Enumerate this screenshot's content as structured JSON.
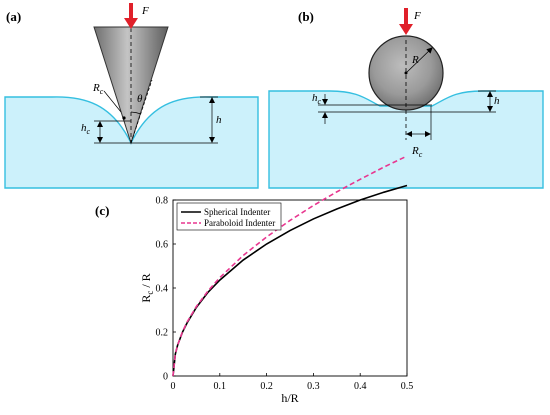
{
  "panel_a": {
    "label": "(a)",
    "force": "F",
    "contact_radius_base": "R",
    "contact_radius_sub": "c",
    "angle_symbol": "θ",
    "contact_depth_base": "h",
    "contact_depth_sub": "c",
    "depth": "h"
  },
  "panel_b": {
    "label": "(b)",
    "force": "F",
    "radius": "R",
    "contact_depth_base": "h",
    "contact_depth_sub": "c",
    "depth": "h",
    "contact_radius_base": "R",
    "contact_radius_sub": "c"
  },
  "panel_c": {
    "label": "(c)"
  },
  "colors": {
    "specimen_fill": "#ccf1fb",
    "specimen_stroke": "#35bfe0",
    "force_arrow": "#e0202a",
    "spherical_line": "#000000",
    "paraboloid_line": "#e8368f"
  },
  "chart_data": {
    "type": "line",
    "xlabel": "h/R",
    "ylabel": "R_c / R",
    "ylabel_base": "R",
    "ylabel_sub": "c",
    "ylabel_rest": " / R",
    "xlim": [
      0,
      0.5
    ],
    "ylim": [
      0,
      0.8
    ],
    "xticks": [
      "0",
      "0.1",
      "0.2",
      "0.3",
      "0.4",
      "0.5"
    ],
    "yticks": [
      "0",
      "0.2",
      "0.4",
      "0.6",
      "0.8"
    ],
    "legend_position": "top-left",
    "grid": false,
    "series": [
      {
        "name": "Spherical Indenter",
        "style": "solid",
        "x": [
          0,
          0.005,
          0.01,
          0.02,
          0.03,
          0.05,
          0.075,
          0.1,
          0.15,
          0.2,
          0.25,
          0.3,
          0.35,
          0.4,
          0.45,
          0.5
        ],
        "y": [
          0,
          0.1,
          0.141,
          0.198,
          0.241,
          0.312,
          0.381,
          0.436,
          0.527,
          0.6,
          0.661,
          0.714,
          0.759,
          0.8,
          0.835,
          0.866
        ]
      },
      {
        "name": "Paraboloid Indenter",
        "style": "dashed",
        "x": [
          0,
          0.005,
          0.01,
          0.02,
          0.03,
          0.05,
          0.075,
          0.1,
          0.15,
          0.2,
          0.25,
          0.3,
          0.35,
          0.4,
          0.45,
          0.5
        ],
        "y": [
          0,
          0.1,
          0.141,
          0.2,
          0.245,
          0.316,
          0.387,
          0.447,
          0.548,
          0.632,
          0.707,
          0.775,
          0.837,
          0.894,
          0.949,
          1.0
        ]
      }
    ]
  }
}
